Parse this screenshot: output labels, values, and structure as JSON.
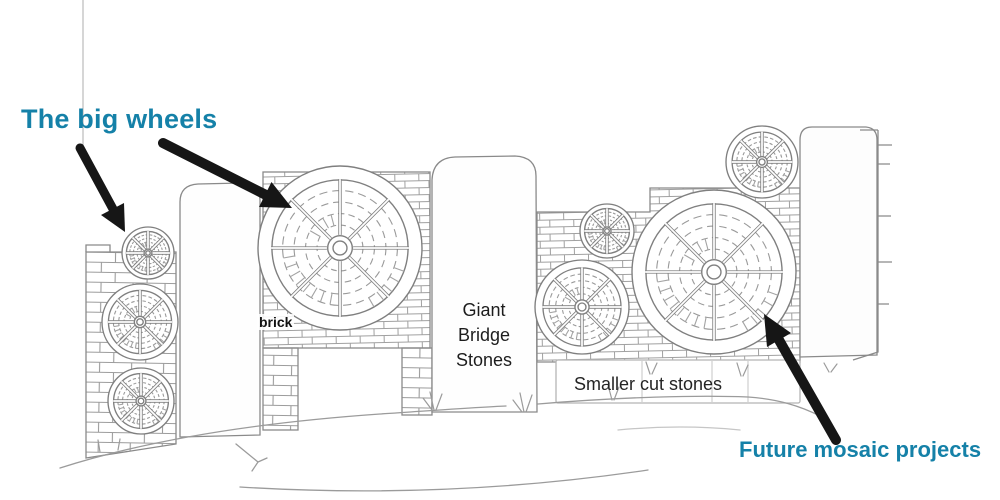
{
  "palette": {
    "accent_teal": "#1581a8",
    "arrow_black": "#161616",
    "pencil_gray": "#8f8f8f",
    "paper_white": "#ffffff"
  },
  "annotations": {
    "big_wheels_label": "The big wheels",
    "brick_label": "brick",
    "giant_bridge_stones_label": "Giant\nBridge\nStones",
    "smaller_cut_stones_label": "Smaller cut stones",
    "future_mosaic_label": "Future mosaic projects"
  },
  "scene": {
    "description": "Hand-drawn pencil sketch of a stone wall decorated with circular mosaic wheel medallions",
    "wheel_count": 8,
    "arrows": [
      {
        "from": "The big wheels",
        "to": "small stacked wheels on left wall section"
      },
      {
        "from": "The big wheels",
        "to": "large central mosaic wheel"
      },
      {
        "from": "Future mosaic projects",
        "to": "large right mosaic wheel"
      }
    ]
  }
}
